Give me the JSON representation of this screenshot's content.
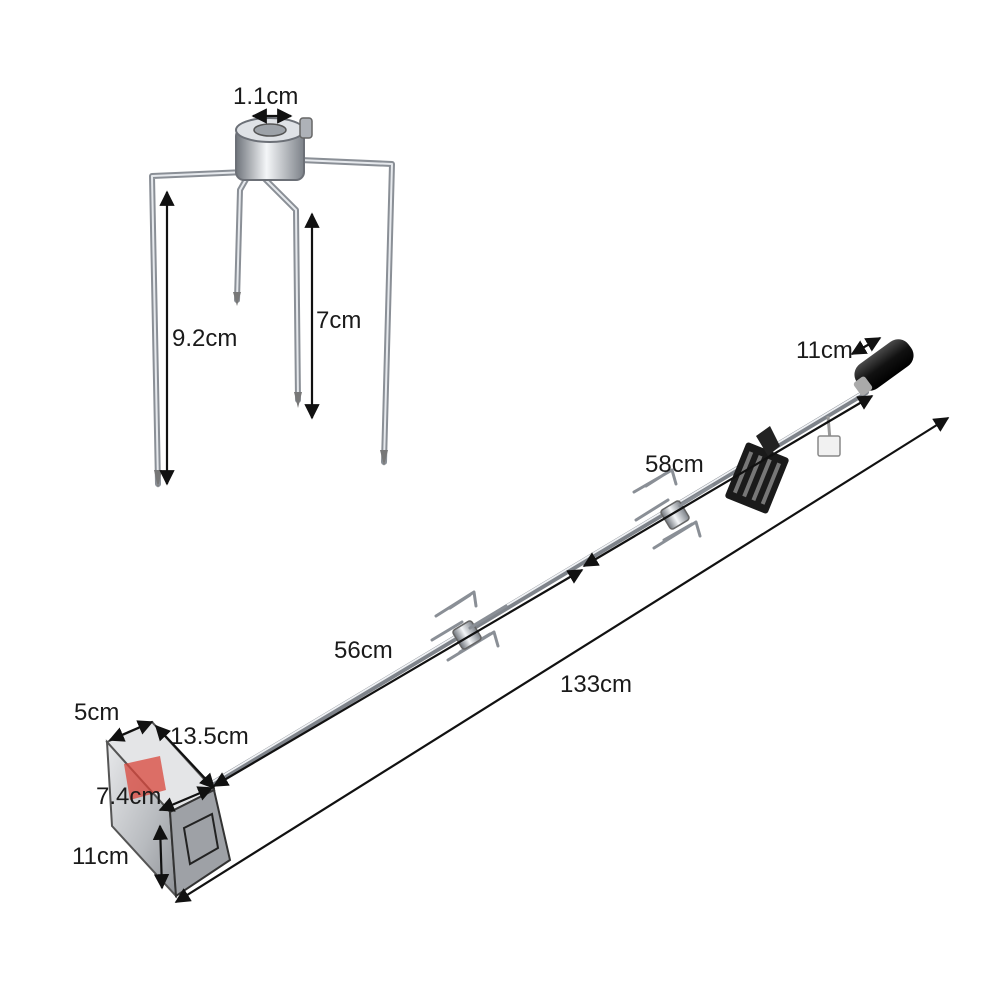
{
  "figure": {
    "fork_dimensions": {
      "bore_diameter": "1.1cm",
      "long_prong_length": "9.2cm",
      "short_prong_length": "7cm"
    },
    "spit_dimensions": {
      "handle_length": "11cm",
      "rod_section_upper": "58cm",
      "rod_section_lower": "56cm",
      "total_length": "133cm"
    },
    "motor_dimensions": {
      "depth": "5cm",
      "width": "13.5cm",
      "face_width": "7.4cm",
      "height": "11cm"
    }
  },
  "colors": {
    "steel": "#8a8f96",
    "steel_highlight": "#e6e9ed",
    "handle": "#1b1b1b",
    "motor_body": "#c7c9cc",
    "motor_label": "#d9463b",
    "dimension_line": "#111111"
  }
}
